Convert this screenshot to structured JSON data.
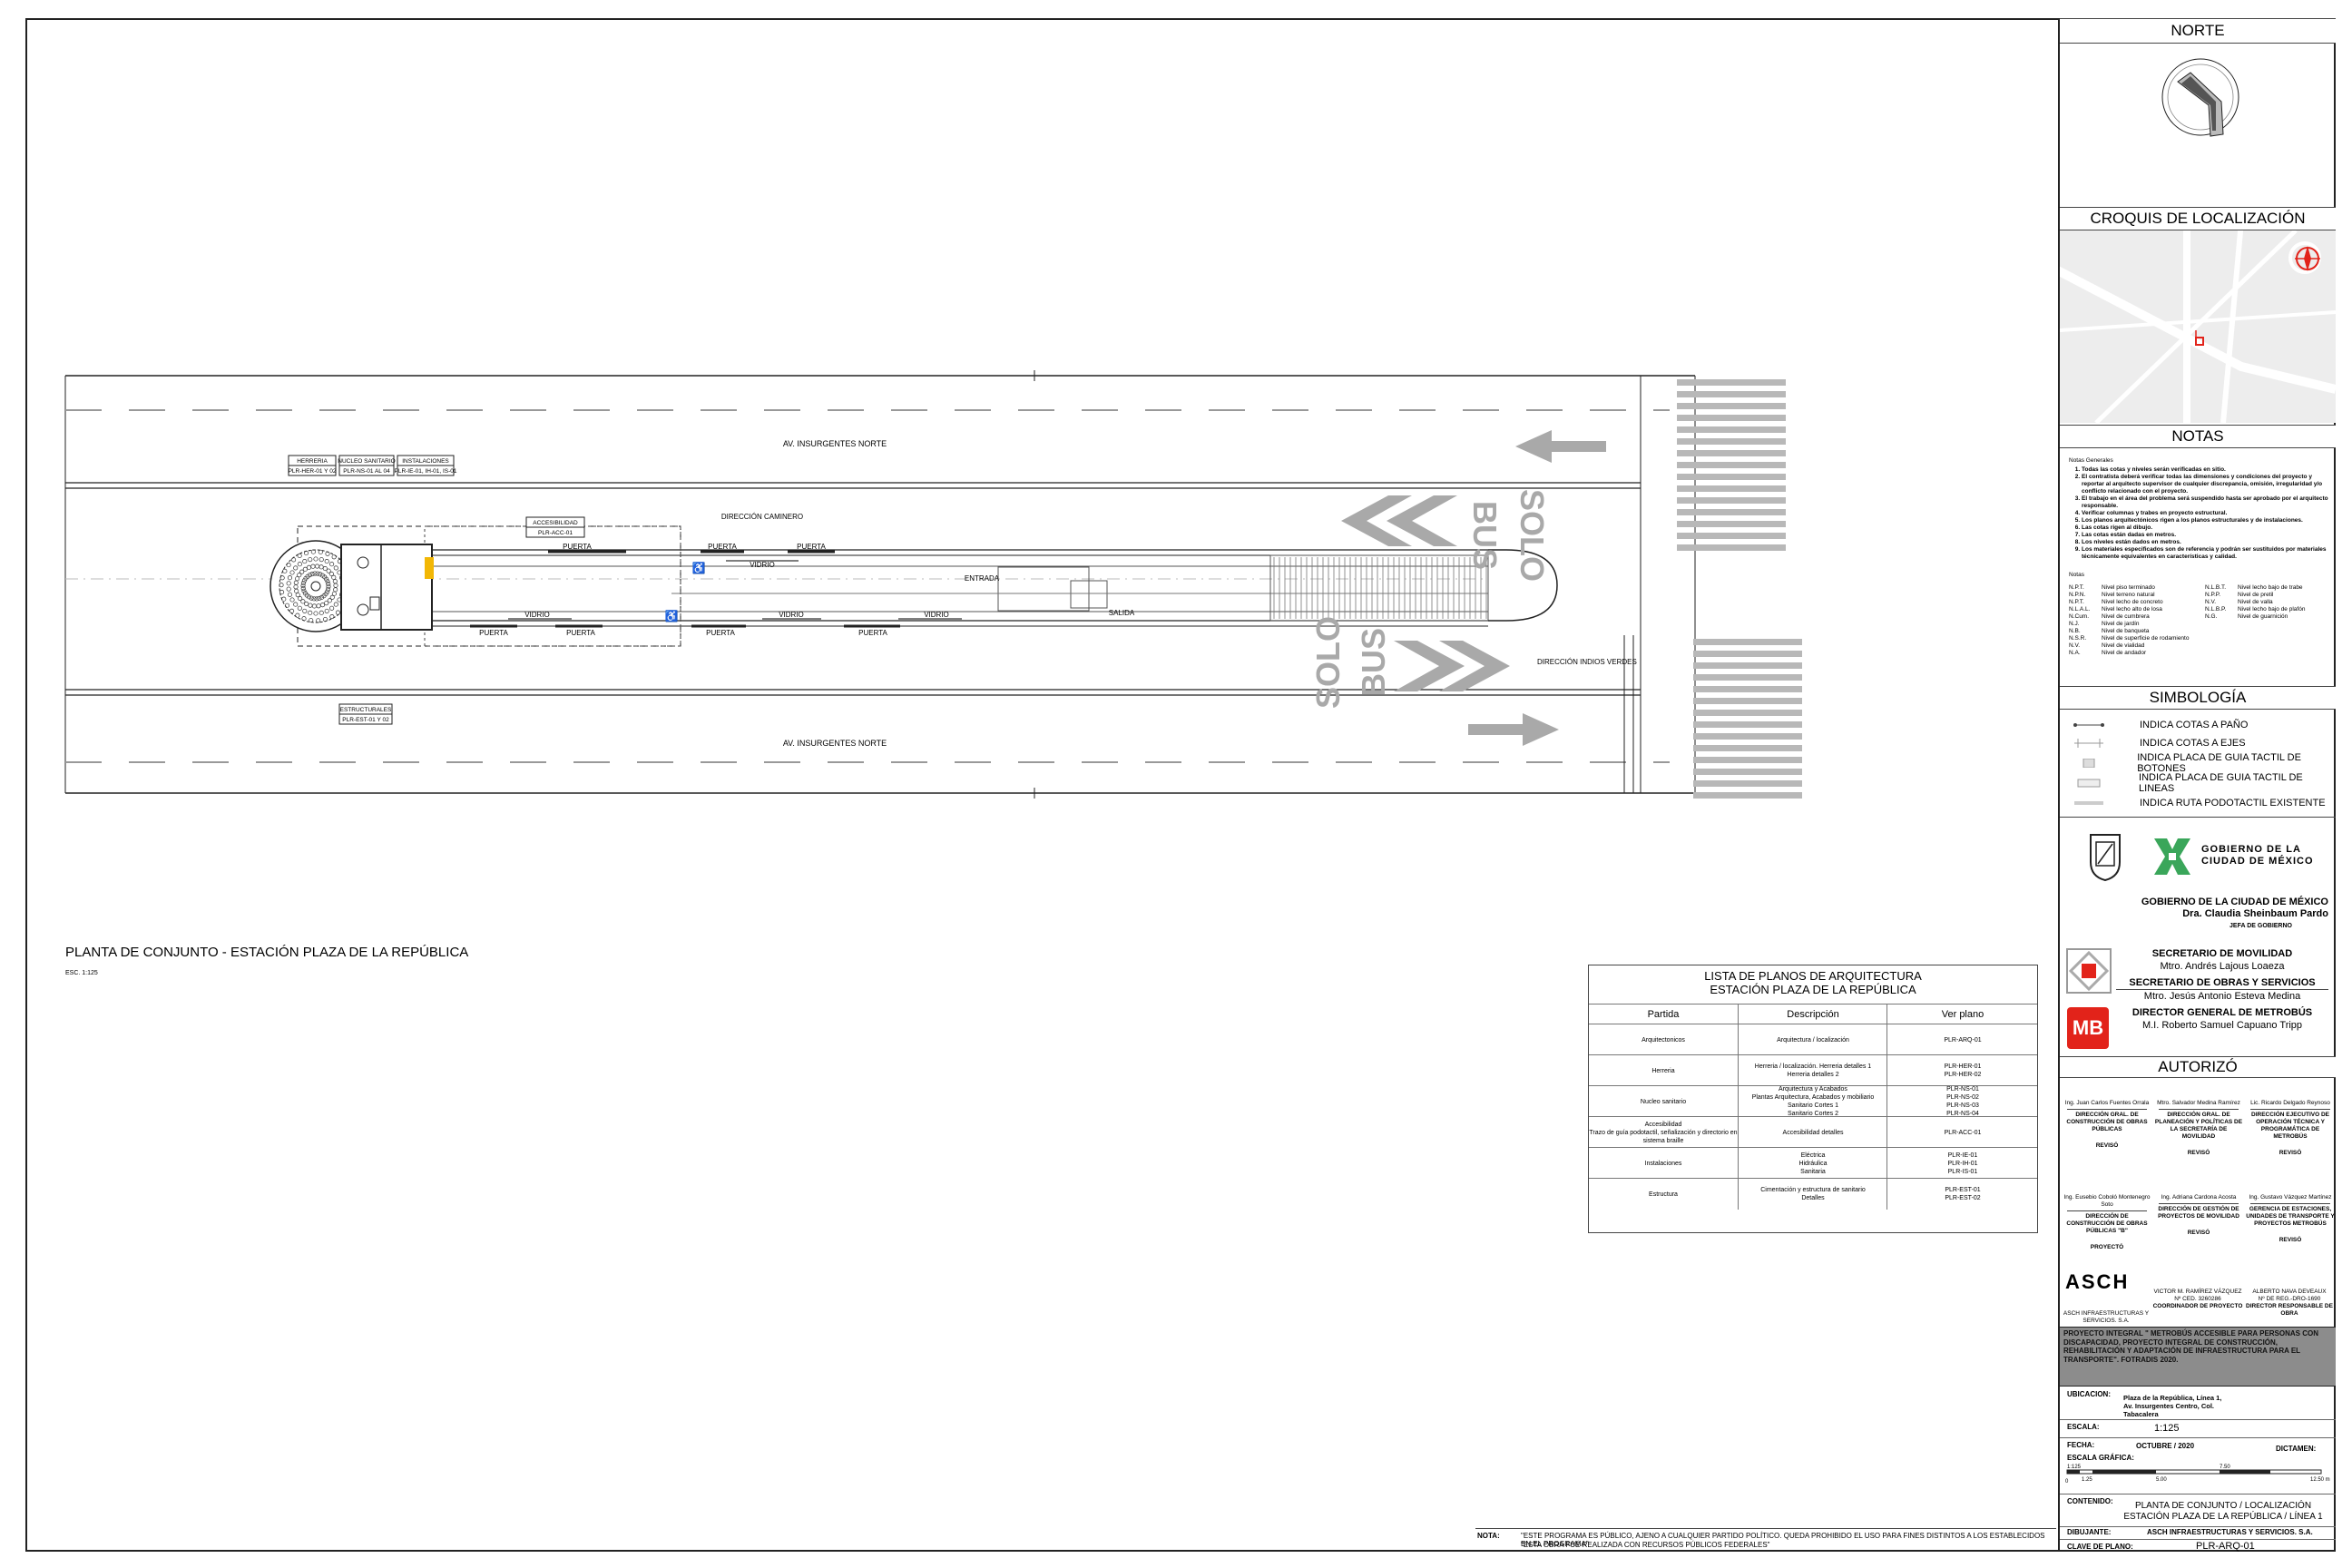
{
  "plan": {
    "title": "PLANTA DE CONJUNTO - ESTACIÓN PLAZA DE LA REPÚBLICA",
    "scale_note": "ESC. 1:125",
    "street_north": "AV. INSURGENTES NORTE",
    "street_south": "AV. INSURGENTES NORTE",
    "bus_top": "BUS",
    "solo_top": "SOLO",
    "bus_bottom": "BUS",
    "solo_bottom": "SOLO",
    "direction_top": "DIRECCIÓN CAMINERO",
    "direction_bottom": "DIRECCIÓN INDIOS VERDES",
    "entrada": "ENTRADA",
    "salida": "SALIDA",
    "puerta": "PUERTA",
    "vidrio": "VIDRIO",
    "ref_herreria": "HERRERIA",
    "ref_herreria_code": "PLR-HER-01 Y 02",
    "ref_nucleo": "NUCLEO SANITARIO",
    "ref_nucleo_code": "PLR-NS-01 AL 04",
    "ref_instalaciones": "INSTALACIONES",
    "ref_instalaciones_code": "PLR-IE-01, IH-01, IS-01",
    "ref_accesibilidad": "ACCESIBILIDAD",
    "ref_accesibilidad_code": "PLR-ACC-01",
    "ref_estructurales": "ESTRUCTURALES",
    "ref_estructurales_code": "PLR-EST-01 Y 02"
  },
  "drawing_list": {
    "title1": "LISTA DE PLANOS DE ARQUITECTURA",
    "title2": "ESTACIÓN PLAZA DE LA REPÚBLICA",
    "headers": [
      "Partida",
      "Descripción",
      "Ver plano"
    ],
    "rows": [
      [
        "Arquitectonicos",
        "Arquitectura / localización",
        "PLR-ARQ-01"
      ],
      [
        "Herreria",
        "Herreria / localización. Herreria detalles 1\nHerreria detalles 2",
        "PLR-HER-01\nPLR-HER-02"
      ],
      [
        "Nucleo sanitario",
        "Arquitectura y Acabados\nPlantas Arquitectura, Acabados y mobiliario\nSanitario Cortes 1\nSanitario Cortes 2",
        "PLR-NS-01\nPLR-NS-02\nPLR-NS-03\nPLR-NS-04"
      ],
      [
        "Accesibilidad\nTrazo de guía podotactil, señalización y directorio en sistema braille",
        "Accesibilidad detalles",
        "PLR-ACC-01"
      ],
      [
        "Instalaciones",
        "Eléctrica\nHidráulica\nSanitaria",
        "PLR-IE-01\nPLR-IH-01\nPLR-IS-01"
      ],
      [
        "Estructura",
        "Cimentación y estructura de sanitario\nDetalles",
        "PLR-EST-01\nPLR-EST-02"
      ]
    ]
  },
  "footnote": {
    "label": "NOTA:",
    "line1": "\"ESTE PROGRAMA ES PÚBLICO, AJENO A CUALQUIER PARTIDO POLÍTICO. QUEDA PROHIBIDO EL USO PARA FINES DISTINTOS A LOS ESTABLECIDOS EN EL PROGRAMA\"",
    "line2": "\"ESTA OBRA FUÉ REALIZADA CON RECURSOS PÚBLICOS FEDERALES\""
  },
  "title_block": {
    "norte": "NORTE",
    "croquis": "CROQUIS DE LOCALIZACIÓN",
    "notas": "NOTAS",
    "simbologia": "SIMBOLOGÍA",
    "notas_generales_title": "Notas Generales",
    "notas_generales": [
      "Todas las cotas y niveles serán verificadas en sitio.",
      "El contratista deberá verificar todas las dimensiones y condiciones del proyecto y reportar al arquitecto supervisor de cualquier discrepancia, omisión, irregularidad y/o conflicto relacionado con el proyecto.",
      "El trabajo en el área del problema será suspendido hasta ser aprobado por el arquitecto responsable.",
      "Verificar columnas y trabes en proyecto estructural.",
      "Los planos arquitectónicos rigen a los planos estructurales y de instalaciones.",
      "Las cotas rigen al dibujo.",
      "Las cotas están dadas en metros.",
      "Los niveles están dados en metros.",
      "Los materiales especificados son de referencia y podrán ser sustituidos por materiales técnicamente equivalentes en características y calidad."
    ],
    "notas_title": "Notas",
    "abbrev_left": [
      [
        "N.P.T.",
        "Nivel piso terminado"
      ],
      [
        "N.P.N.",
        "Nivel terreno natural"
      ],
      [
        "N.P.T.",
        "Nivel lecho de concreto"
      ],
      [
        "N.L.A.L.",
        "Nivel lecho alto de losa"
      ],
      [
        "N.Cum.",
        "Nivel de cumbrera"
      ],
      [
        "N.J.",
        "Nivel de jardín"
      ],
      [
        "N.B.",
        "Nivel de banqueta"
      ],
      [
        "N.S.R.",
        "Nivel de superficie de rodamiento"
      ],
      [
        "N.V.",
        "Nivel de vialidad"
      ],
      [
        "N.A.",
        "Nivel de andador"
      ]
    ],
    "abbrev_right": [
      [
        "N.L.B.T.",
        "Nivel lecho bajo de trabe"
      ],
      [
        "N.P.P.",
        "Nivel de pretil"
      ],
      [
        "N.V.",
        "Nivel de valla"
      ],
      [
        "N.L.B.P.",
        "Nivel lecho bajo de plafón"
      ],
      [
        "N.G.",
        "Nivel de guarnición"
      ]
    ],
    "symbols": [
      "INDICA COTAS A PAÑO",
      "INDICA COTAS A EJES",
      "INDICA PLACA DE GUIA TACTIL DE BOTONES",
      "INDICA PLACA DE GUIA TACTIL DE LINEAS",
      "INDICA RUTA PODOTACTIL EXISTENTE"
    ],
    "gob_logo_text1": "GOBIERNO DE LA",
    "gob_logo_text2": "CIUDAD DE MÉXICO",
    "gobierno": "GOBIERNO DE LA CIUDAD DE MÉXICO",
    "jefa_name": "Dra. Claudia Sheinbaum Pardo",
    "jefa_title": "JEFA DE GOBIERNO",
    "sec_mov": "SECRETARIO DE MOVILIDAD",
    "sec_mov_name": "Mtro. Andrés Lajous Loaeza",
    "sec_obras": "SECRETARIO DE OBRAS Y SERVICIOS",
    "sec_obras_name": "Mtro. Jesús Antonio Esteva Medina",
    "dir_mb": "DIRECTOR GENERAL DE METROBÚS",
    "dir_mb_name": "M.I. Roberto Samuel Capuano Tripp",
    "mb_logo": "MB",
    "autorizo": "AUTORIZÓ",
    "signers_row1": [
      {
        "name": "Ing. Juan Carlos Fuentes Orrala",
        "role": "DIRECCIÓN GRAL. DE CONSTRUCCIÓN DE OBRAS PÚBLICAS",
        "status": "REVISÓ"
      },
      {
        "name": "Mtro. Salvador Medina Ramírez",
        "role": "DIRECCIÓN GRAL. DE PLANEACIÓN Y POLÍTICAS DE LA SECRETARÍA DE MOVILIDAD",
        "status": "REVISÓ"
      },
      {
        "name": "Lic. Ricardo Delgado Reynoso",
        "role": "DIRECCIÓN EJECUTIVO DE OPERACIÓN TÉCNICA Y PROGRAMÁTICA DE METROBÚS",
        "status": "REVISÓ"
      }
    ],
    "signers_row2": [
      {
        "name": "Ing. Eusebio Coboló Montenegro Soto",
        "role": "DIRECCIÓN DE CONSTRUCCIÓN DE OBRAS PÚBLICAS \"B\"",
        "status": "PROYECTÓ"
      },
      {
        "name": "Ing. Adriana Cardona Acosta",
        "role": "DIRECCIÓN DE GESTIÓN DE PROYECTOS DE MOVILIDAD",
        "status": "REVISÓ"
      },
      {
        "name": "Ing. Gustavo Vázquez Martínez",
        "role": "GERENCIA DE ESTACIONES, UNIDADES DE TRANSPORTE Y PROYECTOS METROBÚS",
        "status": "REVISÓ"
      }
    ],
    "asch_logo": "ASCH",
    "asch_name": "ASCH INFRAESTRUCTURAS Y SERVICIOS. S.A.",
    "coord_name": "VICTOR M. RAMÍREZ VÁZQUEZ",
    "coord_ced": "Nº CED. 3260286",
    "coord_role": "COORDINADOR DE PROYECTO",
    "dro_name": "ALBERTO NAVA DEVEAUX",
    "dro_reg": "Nº DE REG.-DRO-1690",
    "dro_role": "DIRECTOR RESPONSABLE DE OBRA",
    "project": "PROYECTO INTEGRAL \" METROBÚS ACCESIBLE PARA PERSONAS CON DISCAPACIDAD, PROYECTO INTEGRAL DE CONSTRUCCIÓN, REHABILITACIÓN Y ADAPTACIÓN DE INFRAESTRUCTURA PARA EL TRANSPORTE\". FOTRADIS 2020.",
    "ubicacion_label": "UBICACION:",
    "ubicacion": "Plaza de la República, Línea 1, Av. Insurgentes Centro, Col. Tabacalera",
    "escala_label": "ESCALA:",
    "escala": "1:125",
    "fecha_label": "FECHA:",
    "fecha": "OCTUBRE / 2020",
    "dictamen_label": "DICTAMEN:",
    "escala_grafica_label": "ESCALA GRÁFICA:",
    "scale_ticks": [
      "0",
      "1.25",
      "5.00",
      "7.50",
      "12.50 m"
    ],
    "scale_start": "1:125",
    "contenido_label": "CONTENIDO:",
    "contenido1": "PLANTA DE CONJUNTO / LOCALIZACIÓN",
    "contenido2": "ESTACIÓN PLAZA DE LA REPÚBLICA / LÍNEA 1",
    "dibujante_label": "DIBUJANTE:",
    "dibujante": "ASCH INFRAESTRUCTURAS Y SERVICIOS. S.A.",
    "clave_label": "CLAVE DE PLANO:",
    "clave": "PLR-ARQ-01"
  },
  "colors": {
    "line": "#222222",
    "grey_stripe": "#b8b8b8",
    "arrow_grey": "#a9a9a9",
    "accent_red": "#e2231a",
    "cdmx_green": "#3aa65a",
    "project_band": "#8c8c8c",
    "door_yellow": "#f2b705"
  }
}
